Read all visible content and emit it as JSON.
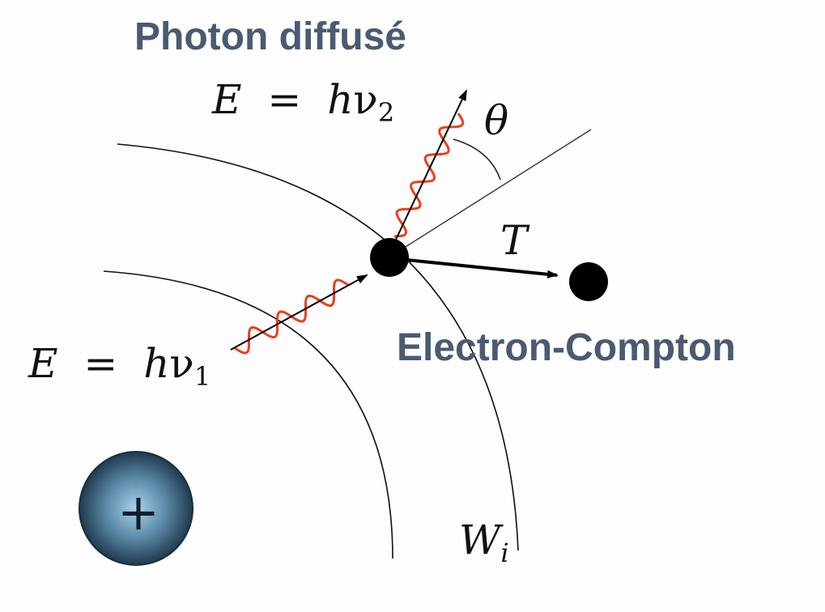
{
  "labels": {
    "scattered_photon": "Photon diffusé",
    "compton_electron": "Electron-Compton",
    "scattered_energy": {
      "var": "E",
      "eq": "=",
      "h": "h",
      "nu": "ν",
      "sub": "2"
    },
    "incident_energy": {
      "var": "E",
      "eq": "=",
      "h": "h",
      "nu": "ν",
      "sub": "1"
    },
    "angle": "θ",
    "kinetic_energy": "T",
    "binding_energy": {
      "var": "W",
      "sub": "i"
    },
    "nucleus_sign": "+"
  },
  "colors": {
    "title_text": "#4a5a70",
    "photon_wave": "#e8401c",
    "nucleus_center": "#a8d4ee",
    "nucleus_edge": "#1f3a4e"
  }
}
